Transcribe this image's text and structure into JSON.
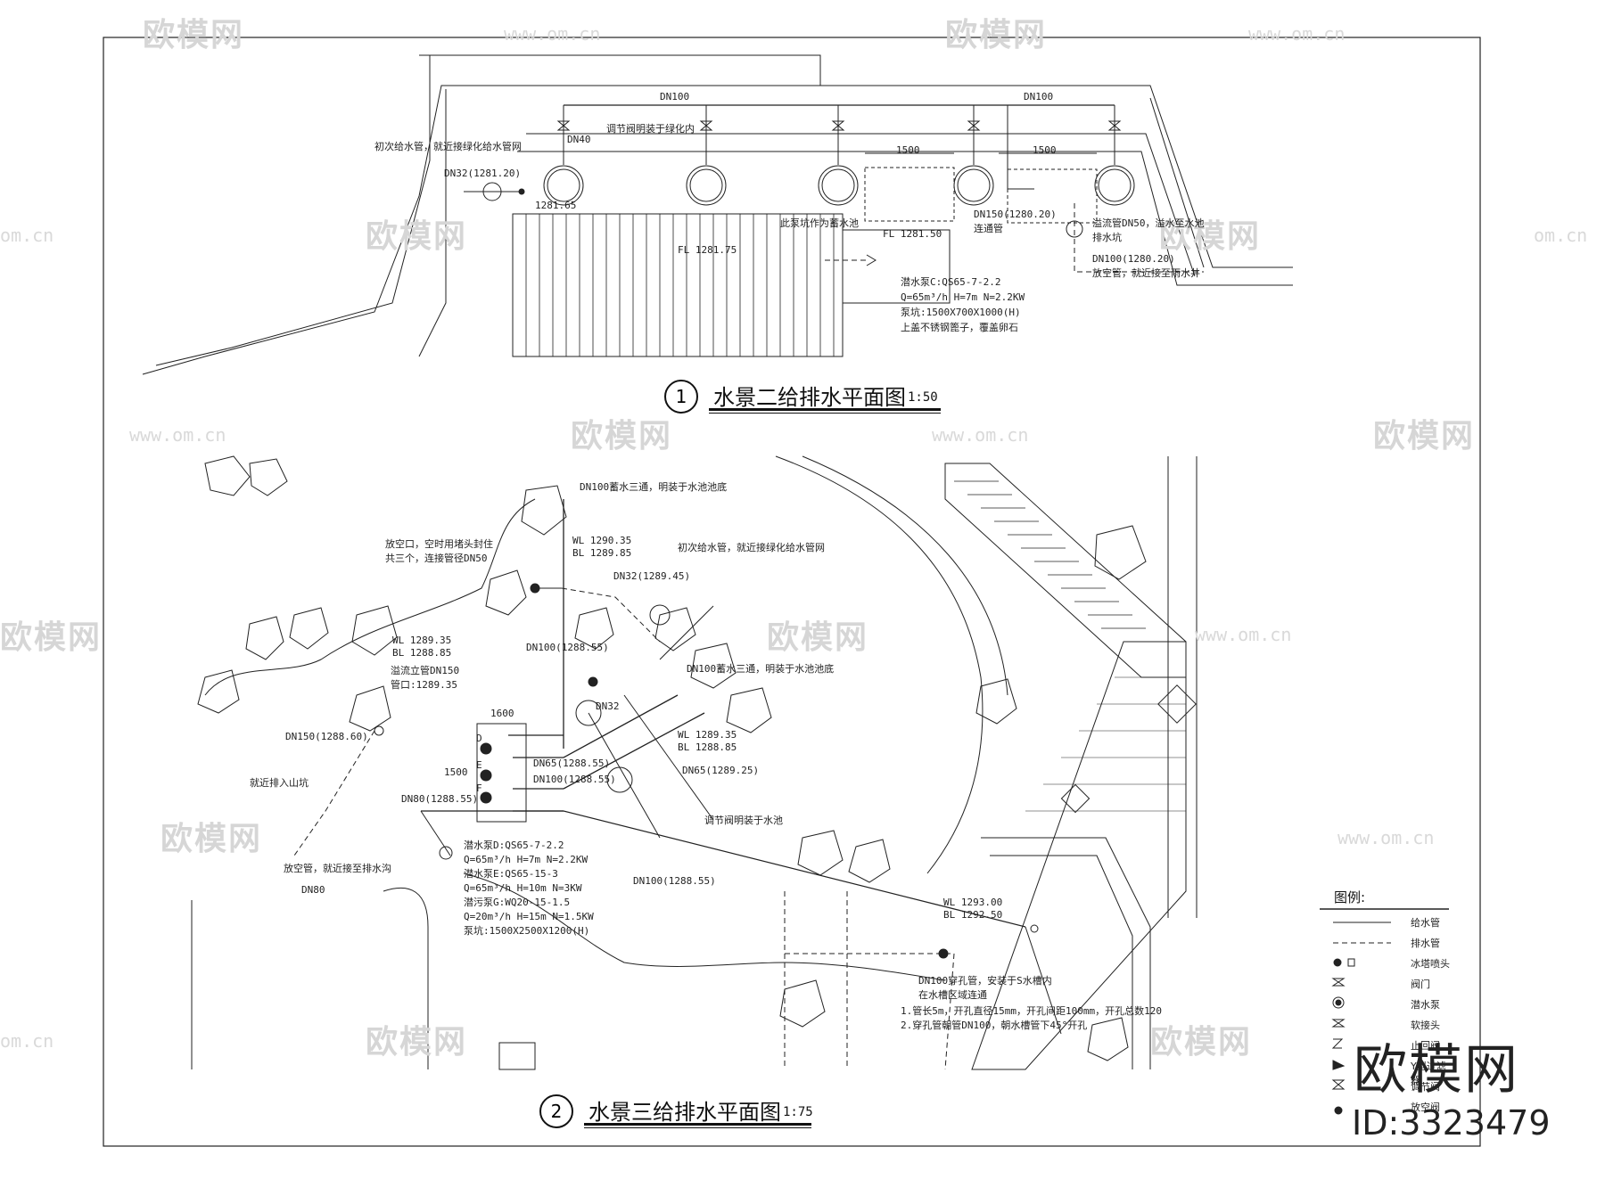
{
  "watermark": {
    "brand": "欧模网",
    "url": "www.om.cn",
    "url_short": "om.cn"
  },
  "drawing1": {
    "number": "1",
    "title": "水景二给排水平面图",
    "scale": "1:50",
    "notes": {
      "dn100_left": "DN100",
      "dn100_right": "DN100",
      "valve_note": "调节阀明装于绿化内",
      "supply_note": "初次给水管，就近接绿化给水管网",
      "dn32": "DN32(1281.20)",
      "el_left": "1281.65",
      "fl1": "FL 1281.75",
      "fl2": "FL 1281.50",
      "pump_area": "此泵坑作为蓄水池",
      "dim1": "1500",
      "dim2": "1500",
      "dn150": "DN150(1280.20)",
      "connector": "连通管",
      "overflow": "溢流管DN50，溢水至水池",
      "overflow2": "排水坑",
      "dn100_drain": "DN100(1280.20)",
      "drain_note": "放空管，就近接至雨水井",
      "pump1": "潜水泵C:QS65-7-2.2",
      "pump2": "Q=65m³/h H=7m N=2.2KW",
      "pump3": "泵坑:1500X700X1000(H)",
      "pump4": "上盖不锈钢篦子，覆盖卵石",
      "pipe_dn": "DN40"
    }
  },
  "drawing2": {
    "number": "2",
    "title": "水景三给排水平面图",
    "scale": "1:75",
    "notes": {
      "top": "DN100蓄水三通，明装于水池池底",
      "vent": "放空口，空时用堵头封住",
      "vent2": "共三个，连接管径DN50",
      "wl1": "WL 1290.35",
      "bl1": "BL 1289.85",
      "supply": "初次给水管，就近接绿化给水管网",
      "dn32": "DN32(1289.45)",
      "wl2": "WL 1289.35",
      "bl2": "BL 1288.85",
      "overflow": "溢流立管DN150",
      "overflow_el": "管口:1289.35",
      "dn100_v": "DN100(1288.55)",
      "dn100_t": "DN100蓄水三通，明装于水池池底",
      "dn150": "DN150(1288.60)",
      "dim": "1600",
      "dn32b": "DN32",
      "dn65a": "DN65(1288.55)",
      "dn100a": "DN100(1288.55)",
      "dn65b": "DN65(1289.25)",
      "wl3": "WL 1289.35",
      "bl3": "BL 1288.85",
      "dn80": "DN80(1288.55)",
      "pit": "就近排入山坑",
      "valve": "调节阀明装于水池",
      "drain": "放空管，就近接至排水沟",
      "dn80b": "DN80",
      "p1": "潜水泵D:QS65-7-2.2",
      "p2": "Q=65m³/h H=7m N=2.2KW",
      "p3": "潜水泵E:QS65-15-3",
      "p4": "Q=65m³/h H=10m N=3KW",
      "p5": "潜污泵G:WQ20-15-1.5",
      "p6": "Q=20m³/h H=15m N=1.5KW",
      "p7": "泵坑:1500X2500X1200(H)",
      "dn100b": "DN100(1288.55)",
      "wl4": "WL 1293.00",
      "bl4": "BL 1292.50",
      "pipe1": "DN100穿孔管，安装于S水槽内",
      "pipe2": "在水槽区域连通",
      "pipe3": "1.管长5m，开孔直径15mm，开孔间距100mm，开孔总数120",
      "pipe4": "2.穿孔管朝管DN100，朝水槽管下45°开孔",
      "labelD": "D",
      "labelE": "E",
      "labelF": "F",
      "dim_v": "1500"
    }
  },
  "legend": {
    "title": "图例:",
    "items": [
      {
        "label": "给水管",
        "symbol": "solid-line"
      },
      {
        "label": "排水管",
        "symbol": "dashed-line"
      },
      {
        "label": "冰塔喷头",
        "symbol": "nozzle-icon"
      },
      {
        "label": "阀门",
        "symbol": "valve-icon"
      },
      {
        "label": "潜水泵",
        "symbol": "pump-icon"
      },
      {
        "label": "软接头",
        "symbol": "soft-joint-icon"
      },
      {
        "label": "止回阀",
        "symbol": "check-valve-icon"
      },
      {
        "label": "Y型过滤器",
        "symbol": "filter-icon"
      },
      {
        "label": "调节阀",
        "symbol": "regulating-valve-icon"
      },
      {
        "label": "放空阀",
        "symbol": "drain-valve-icon"
      }
    ]
  },
  "brand": {
    "name": "欧模网",
    "id": "ID:3323479"
  }
}
